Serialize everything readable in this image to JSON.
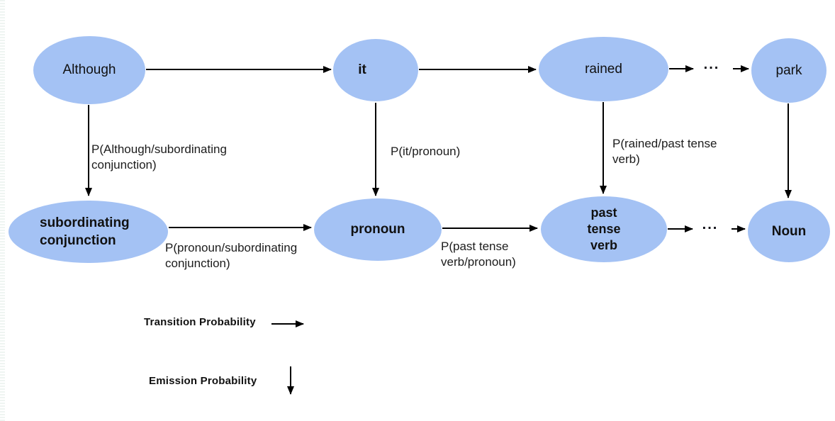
{
  "nodes": {
    "although": {
      "label": "Although"
    },
    "it": {
      "label": "it"
    },
    "rained": {
      "label": "rained"
    },
    "park": {
      "label": "park"
    },
    "subordinating_conjunction": {
      "label": "subordinating\nconjunction"
    },
    "pronoun": {
      "label": "pronoun"
    },
    "past_tense_verb": {
      "label": "past\ntense\nverb"
    },
    "noun": {
      "label": "Noun"
    }
  },
  "ellipsis": "...",
  "emission_labels": {
    "although": "P(Although/subordinating\nconjunction)",
    "it": "P(it/pronoun)",
    "rained": "P(rained/past tense\nverb)"
  },
  "transition_labels": {
    "pronoun_given_subordinating_conjunction": "P(pronoun/subordinating\nconjunction)",
    "past_tense_verb_given_pronoun": "P(past tense\nverb/pronoun)"
  },
  "legend": {
    "transition": "Transition Probability",
    "emission": "Emission Probability"
  },
  "colors": {
    "node_fill": "#a4c2f4",
    "arrow": "#000000",
    "text": "#1c1c1c"
  }
}
